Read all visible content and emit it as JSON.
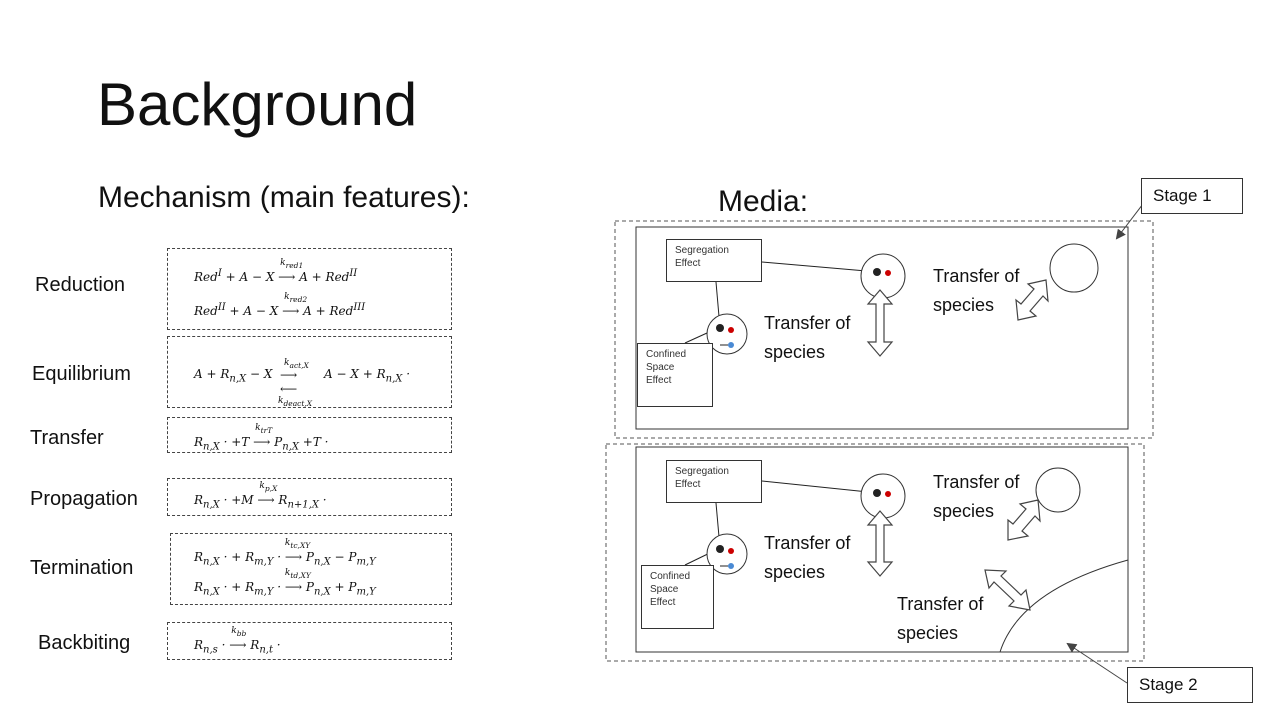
{
  "title": "Background",
  "mechanism": {
    "heading": "Mechanism (main features):",
    "steps": [
      {
        "label": "Reduction",
        "equations": [
          "Red^I + A − X —k_red1→ A + Red^II",
          "Red^II + A − X —k_red2→ A + Red^III"
        ]
      },
      {
        "label": "Equilibrium",
        "equations": [
          "A + R_n,X − X ⇄ (k_act,X / k_deact,X) A − X + R_n,X ·"
        ]
      },
      {
        "label": "Transfer",
        "equations": [
          "R_n,X · +T —k_trT→ P_n,X +T ·"
        ]
      },
      {
        "label": "Propagation",
        "equations": [
          "R_n,X · +M —k_p,X→ R_n+1,X ·"
        ]
      },
      {
        "label": "Termination",
        "equations": [
          "R_n,X · + R_m,Y · —k_tc,XY→ P_n,X − P_m,Y",
          "R_n,X · + R_m,Y · —k_td,XY→ P_n,X + P_m,Y"
        ]
      },
      {
        "label": "Backbiting",
        "equations": [
          "R_n,s · —k_bb→ R_n,t ·"
        ]
      }
    ]
  },
  "media": {
    "heading": "Media:",
    "stage1": {
      "stage_label": "Stage 1",
      "segregation_line1": "Segregation",
      "segregation_line2": "Effect",
      "confined_line1": "Confined",
      "confined_line2": "Space",
      "confined_line3": "Effect",
      "transfer_line1": "Transfer of",
      "transfer_line2": "species"
    },
    "stage2": {
      "stage_label": "Stage 2",
      "segregation_line1": "Segregation",
      "segregation_line2": "Effect",
      "confined_line1": "Confined",
      "confined_line2": "Space",
      "confined_line3": "Effect",
      "transfer_line1": "Transfer of",
      "transfer_line2": "species"
    }
  }
}
